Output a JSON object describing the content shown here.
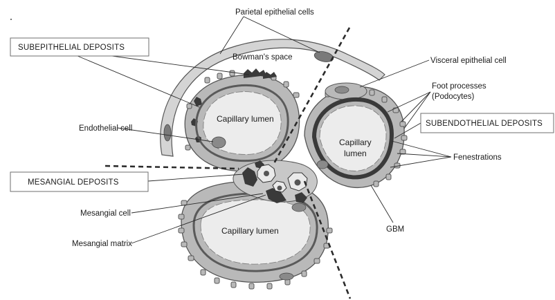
{
  "diagram": {
    "colors": {
      "cytoplasm": "#b9b9b9",
      "lumen": "#ececec",
      "gbm": "#5a5a5a",
      "deposit": "#3a3a3a",
      "divider": "#2b2b2b"
    },
    "boxed_labels": {
      "subepithelial": "SUBEPITHELIAL DEPOSITS",
      "subendothelial": "SUBENDOTHELIAL DEPOSITS",
      "mesangial": "MESANGIAL DEPOSITS"
    },
    "labels": {
      "parietal": "Parietal epithelial cells",
      "bowman": "Bowman's space",
      "visceral": "Visceral epithelial cell",
      "foot_line1": "Foot processes",
      "foot_line2": "(Podocytes)",
      "endothelial": "Endothelial cell",
      "fenestrations": "Fenestrations",
      "mesangial_cell": "Mesangial cell",
      "mesangial_matrix": "Mesangial matrix",
      "gbm": "GBM",
      "lumen_left": "Capillary lumen",
      "lumen_right_1": "Capillary",
      "lumen_right_2": "lumen",
      "lumen_bottom": "Capillary lumen"
    },
    "icons": [
      "capillary-loop",
      "mesangial-cell",
      "deposit-blob",
      "divider-line"
    ]
  }
}
